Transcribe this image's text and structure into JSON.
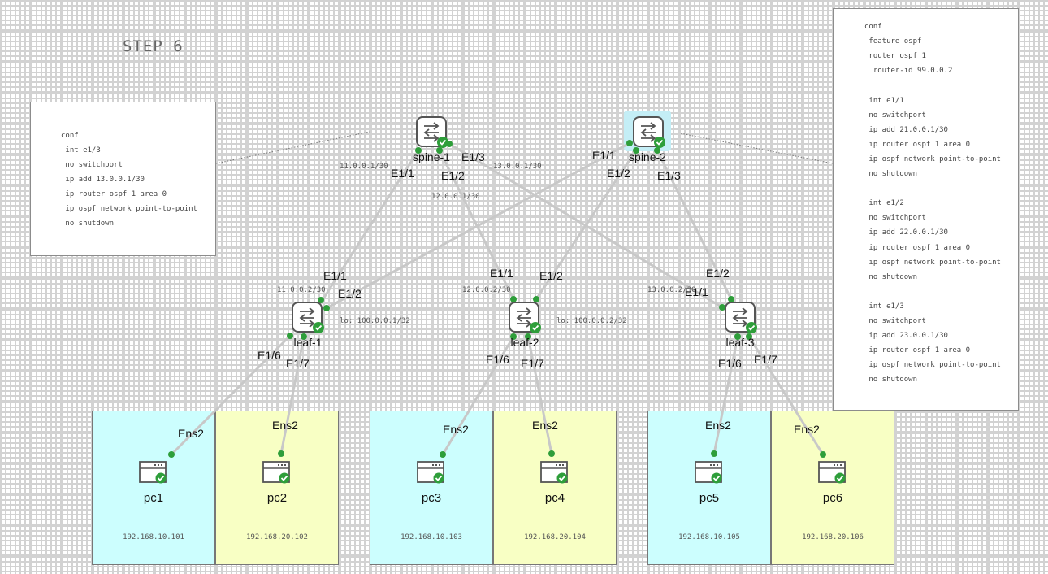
{
  "title": "STEP  6",
  "configs": {
    "left": [
      "conf",
      " int e1/3",
      " no switchport",
      " ip add 13.0.0.1/30",
      " ip router ospf 1 area 0",
      " ip ospf network point-to-point",
      " no shutdown"
    ],
    "right": [
      "conf",
      " feature ospf",
      " router ospf 1",
      "  router-id 99.0.0.2",
      "",
      " int e1/1",
      " no switchport",
      " ip add 21.0.0.1/30",
      " ip router ospf 1 area 0",
      " ip ospf network point-to-point",
      " no shutdown",
      "",
      " int e1/2",
      " no switchport",
      " ip add 22.0.0.1/30",
      " ip router ospf 1 area 0",
      " ip ospf network point-to-point",
      " no shutdown",
      "",
      " int e1/3",
      " no switchport",
      " ip add 23.0.0.1/30",
      " ip router ospf 1 area 0",
      " ip ospf network point-to-point",
      " no shutdown"
    ]
  },
  "devices": {
    "spine1": "spine-1",
    "spine2": "spine-2",
    "leaf1": "leaf-1",
    "leaf2": "leaf-2",
    "leaf3": "leaf-3"
  },
  "ports": {
    "s1_e11": "E1/1",
    "s1_e12": "E1/2",
    "s1_e13": "E1/3",
    "s2_e11": "E1/1",
    "s2_e12": "E1/2",
    "s2_e13": "E1/3",
    "l1_e11": "E1/1",
    "l1_e12": "E1/2",
    "l1_e16": "E1/6",
    "l1_e17": "E1/7",
    "l2_e11": "E1/1",
    "l2_e12": "E1/2",
    "l2_e16": "E1/6",
    "l2_e17": "E1/7",
    "l3_e11": "E1/1",
    "l3_e12": "E1/2",
    "l3_e16": "E1/6",
    "l3_e17": "E1/7",
    "pc1": "Ens2",
    "pc2": "Ens2",
    "pc3": "Ens2",
    "pc4": "Ens2",
    "pc5": "Ens2",
    "pc6": "Ens2"
  },
  "ips": {
    "s1_e11": "11.0.0.1/30",
    "s1_e12": "12.0.0.1/30",
    "s1_e13": "13.0.0.1/30",
    "l1_e11": "11.0.0.2/30",
    "l2_e11": "12.0.0.2/30",
    "l3_e11": "13.0.0.2/30",
    "lo_leaf1": "lo: 100.0.0.1/32",
    "lo_leaf2": "lo: 100.0.0.2/32"
  },
  "pcs": [
    {
      "name": "pc1",
      "ip": "192.168.10.101"
    },
    {
      "name": "pc2",
      "ip": "192.168.20.102"
    },
    {
      "name": "pc3",
      "ip": "192.168.10.103"
    },
    {
      "name": "pc4",
      "ip": "192.168.20.104"
    },
    {
      "name": "pc5",
      "ip": "192.168.10.105"
    },
    {
      "name": "pc6",
      "ip": "192.168.20.106"
    }
  ],
  "colors": {
    "link": "#c8c8c8",
    "port_dot": "#2e9e3a",
    "status_ok": "#2e9e3a",
    "pc_box_cyan": "#ccfefe",
    "pc_box_yellow": "#f8ffc4",
    "spine_highlight": "#c4eef6"
  },
  "icons": {
    "switch": "router-switch-icon",
    "pc": "server-pc-icon",
    "status": "check-circle-icon"
  }
}
